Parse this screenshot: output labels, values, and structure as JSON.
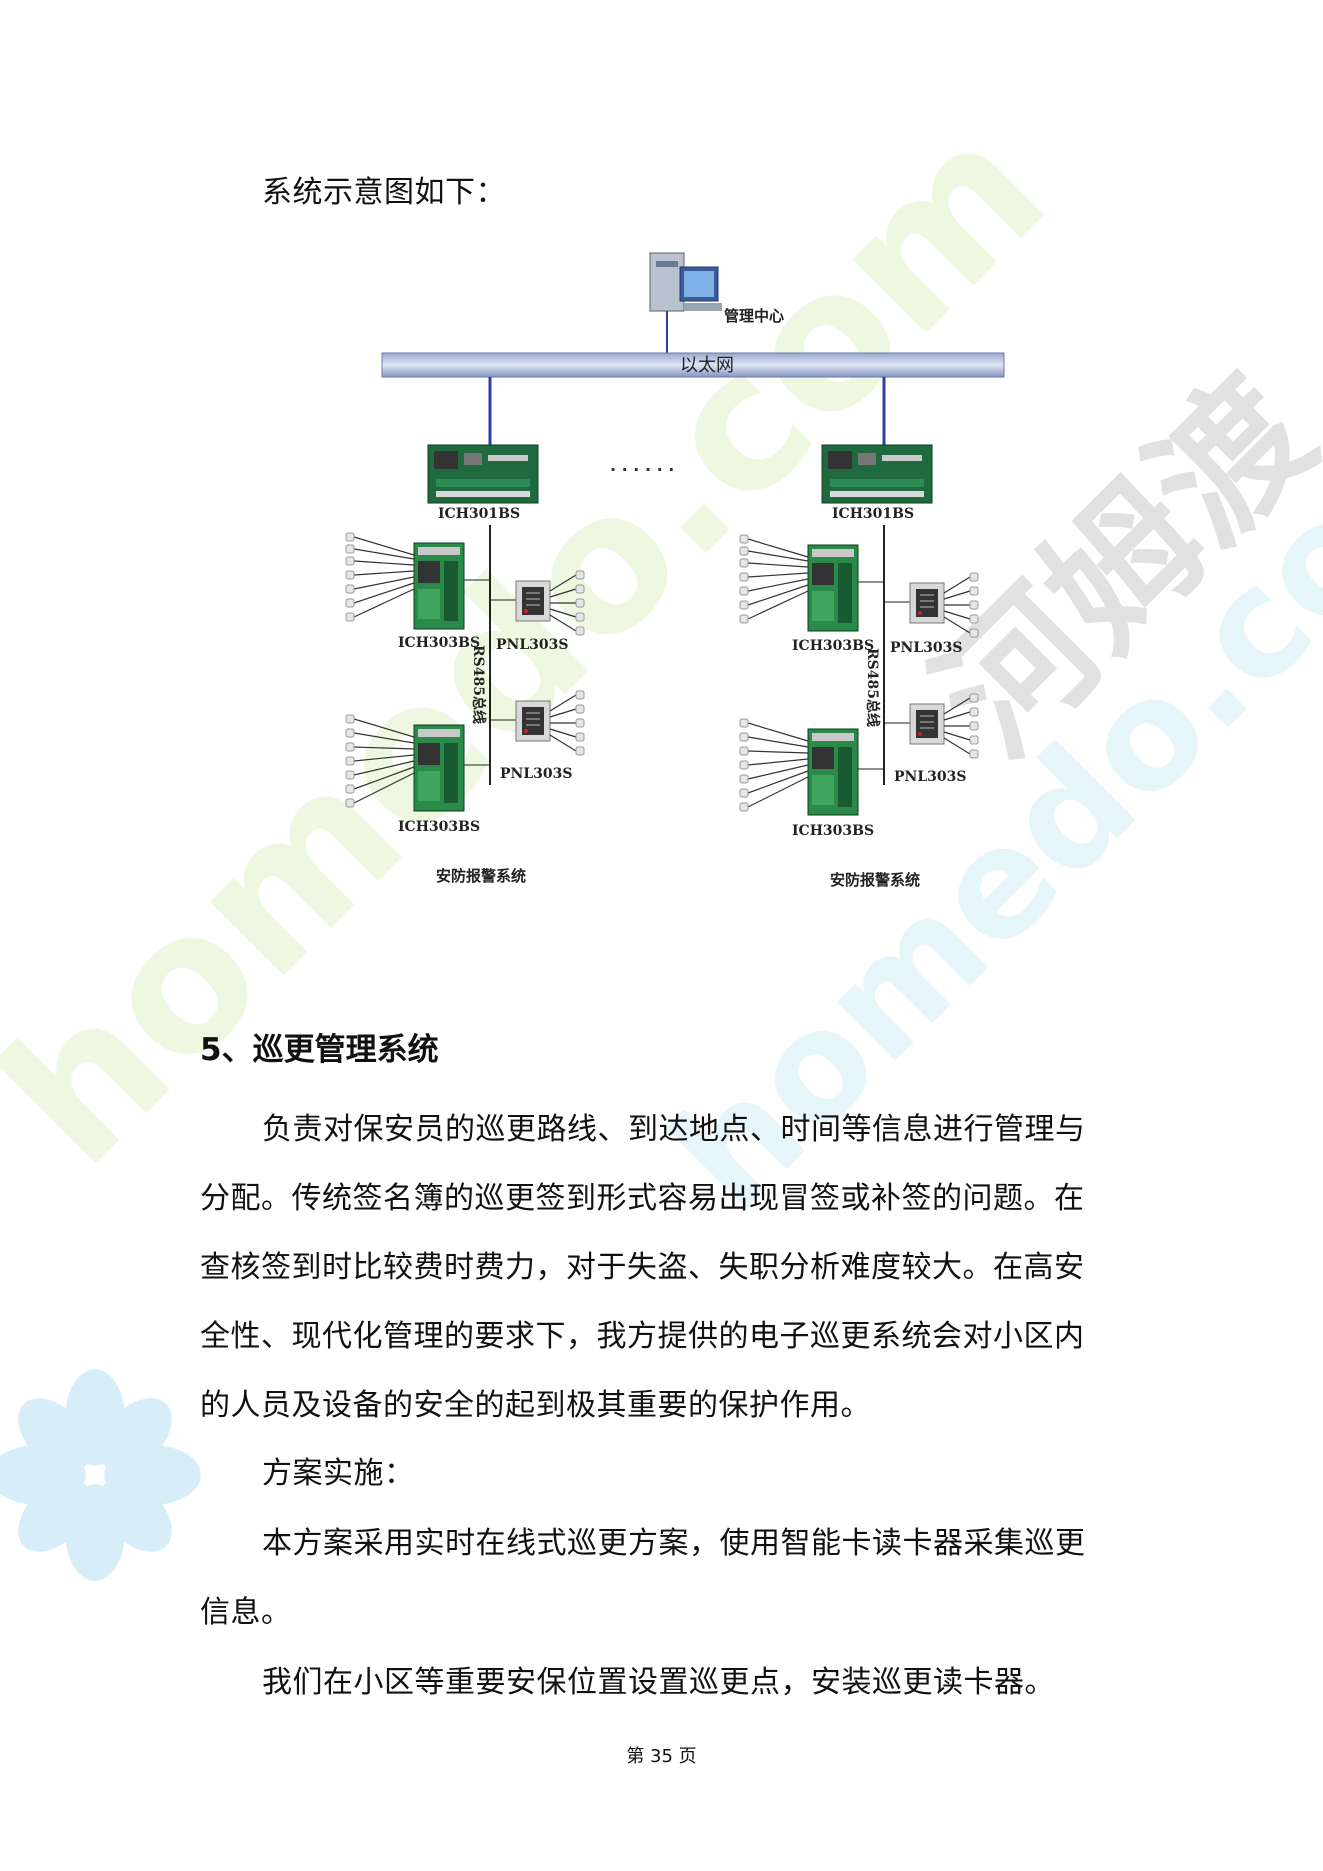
{
  "intro": "系统示意图如下：",
  "diagram": {
    "management": "管理中心",
    "network": "以太网",
    "dots": "· · · · · ·",
    "left": {
      "controller": "ICH301BS",
      "node_top": "ICH303BS",
      "node_bottom": "ICH303BS",
      "panel_top": "PNL303S",
      "panel_bottom": "PNL303S",
      "bus": "RS485总线",
      "system": "安防报警系统"
    },
    "right": {
      "controller": "ICH301BS",
      "node_top": "ICH303BS",
      "node_bottom": "ICH303BS",
      "panel_top": "PNL303S",
      "panel_bottom": "PNL303S",
      "bus": "RS485总线",
      "system": "安防报警系统"
    }
  },
  "section_heading": "5、巡更管理系统",
  "paragraphs": [
    "负责对保安员的巡更路线、到达地点、时间等信息进行管理与分配。传统签名簿的巡更签到形式容易出现冒签或补签的问题。在查核签到时比较费时费力，对于失盗、失职分析难度较大。在高安全性、现代化管理的要求下，我方提供的电子巡更系统会对小区内的人员及设备的安全的起到极其重要的保护作用。",
    "方案实施：",
    "本方案采用实时在线式巡更方案，使用智能卡读卡器采集巡更信息。",
    "我们在小区等重要安保位置设置巡更点，安装巡更读卡器。"
  ],
  "footer": "第 35 页",
  "watermarks": [
    "homedo.com",
    "homedo.com",
    "河姆渡"
  ]
}
